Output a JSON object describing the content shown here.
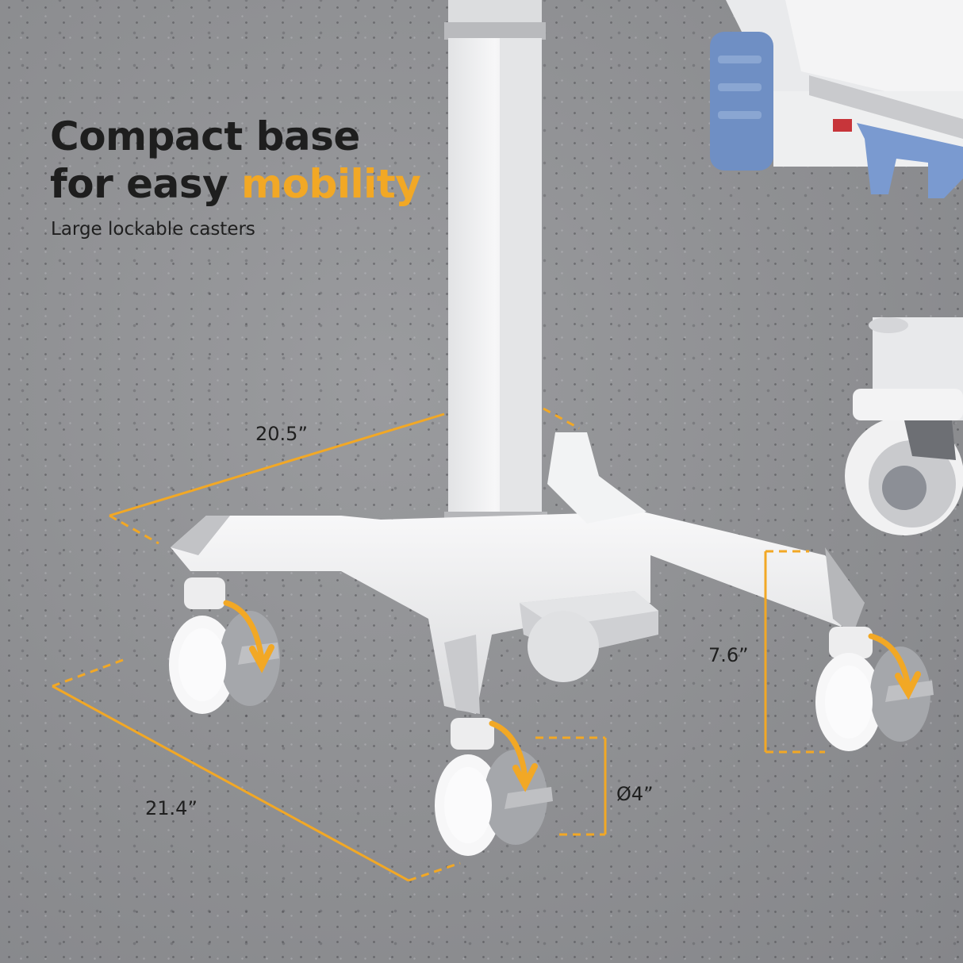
{
  "headline": {
    "line1": "Compact base",
    "line2_prefix": "for easy ",
    "line2_accent": "mobility"
  },
  "subheadline": "Large lockable casters",
  "dimensions": {
    "width": "20.5”",
    "depth": "21.4”",
    "caster_height": "7.6”",
    "wheel_diameter": "Ø4”"
  },
  "colors": {
    "accent": "#f2a825",
    "text": "#1e1e1e",
    "floor": "#8f9093",
    "cart": "#eeeeef"
  },
  "icons": [
    "rotation-arrow-icon",
    "rotation-arrow-icon",
    "rotation-arrow-icon"
  ]
}
